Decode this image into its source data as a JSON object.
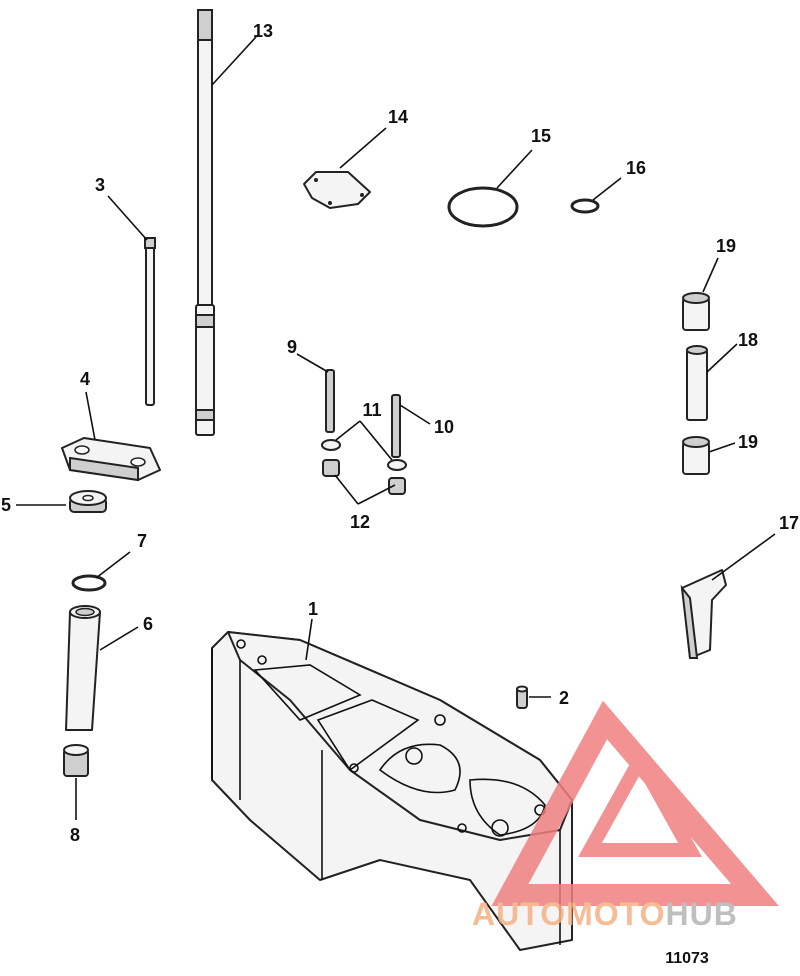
{
  "callouts": {
    "c1": "1",
    "c2": "2",
    "c3": "3",
    "c4": "4",
    "c5": "5",
    "c6": "6",
    "c7": "7",
    "c8": "8",
    "c9": "9",
    "c10": "10",
    "c11": "11",
    "c12": "12",
    "c13": "13",
    "c14": "14",
    "c15": "15",
    "c16": "16",
    "c17": "17",
    "c18": "18",
    "c19a": "19",
    "c19b": "19"
  },
  "figure_number": "11073",
  "watermark": {
    "part1": "AUTOMOTO",
    "part2": "HUB",
    "color_orange": "#f5b183",
    "color_grey": "#b5b5b5",
    "color_red": "#f08080"
  }
}
